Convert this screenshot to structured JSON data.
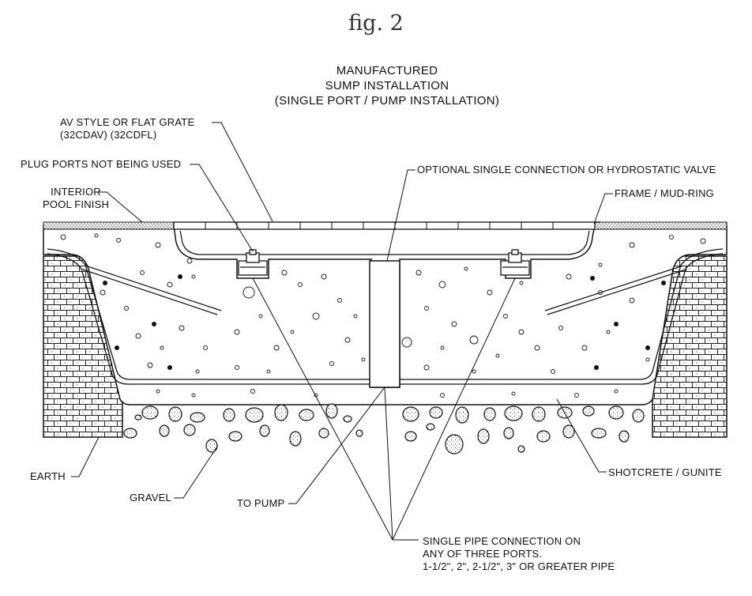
{
  "figure": {
    "title": "fig. 2",
    "heading": [
      "MANUFACTURED",
      "SUMP INSTALLATION",
      "(SINGLE PORT / PUMP INSTALLATION)"
    ]
  },
  "labels": {
    "av_grate": [
      "AV STYLE OR FLAT GRATE",
      "(32CDAV)   (32CDFL)"
    ],
    "plug_ports": "PLUG PORTS NOT BEING USED",
    "interior_finish": [
      "INTERIOR",
      "POOL FINISH"
    ],
    "optional_connection": "OPTIONAL SINGLE CONNECTION OR HYDROSTATIC VALVE",
    "frame": "FRAME / MUD-RING",
    "earth": "EARTH",
    "gravel": "GRAVEL",
    "to_pump": "TO PUMP",
    "shotcrete": "SHOTCRETE / GUNITE",
    "pipe_connection": [
      "SINGLE PIPE CONNECTION ON",
      "ANY OF THREE PORTS.",
      "1-1/2\", 2\", 2-1/2\", 3\" OR GREATER PIPE"
    ]
  }
}
